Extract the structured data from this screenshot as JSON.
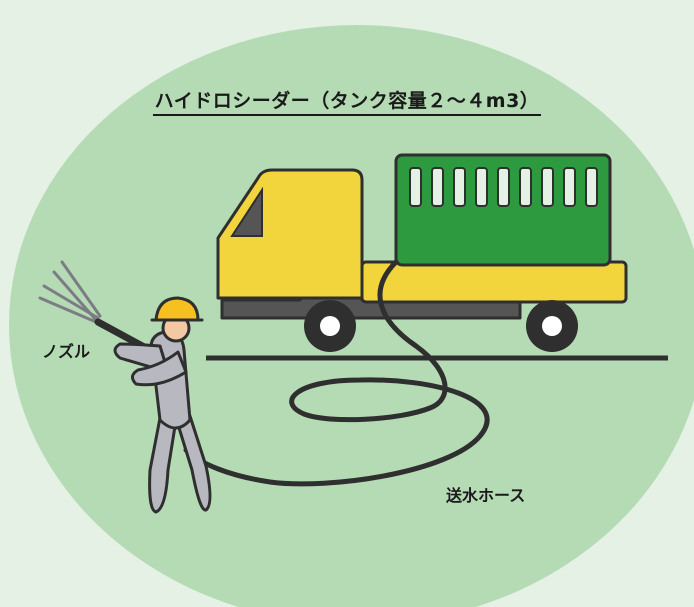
{
  "title": "ハイドロシーダー（タンク容量２～４m3）",
  "labels": {
    "nozzle": "ノズル",
    "hose": "送水ホース"
  },
  "colors": {
    "background": "#e4f1e4",
    "ellipse": "#b5dbb5",
    "truck_body": "#f2d53c",
    "tank": "#2e9a40",
    "frame": "#555555",
    "hose": "#2f2f2f",
    "helmet": "#f5c020",
    "worker": "#b8b8c0",
    "skin": "#f2c9a3"
  },
  "icons": {
    "vehicle": "truck-icon",
    "worker": "worker-icon",
    "spray": "spray-icon"
  }
}
